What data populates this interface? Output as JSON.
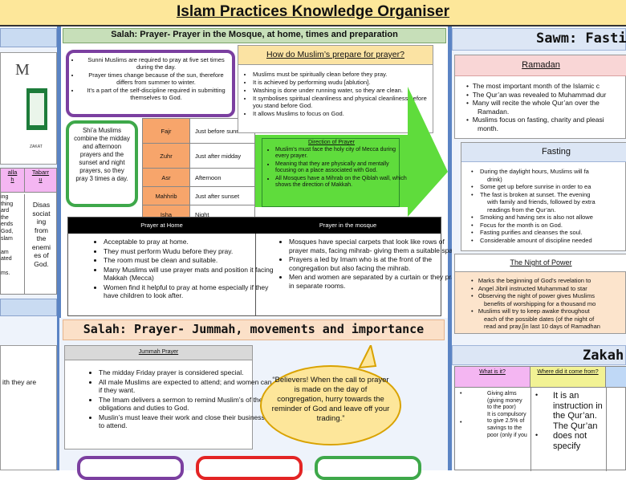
{
  "page": {
    "title": "Islam Practices Knowledge Organiser"
  },
  "left_strip": {
    "letter": "M",
    "zakat_label": "ZAKAT",
    "col1_head": "alla\nh",
    "col2_head": "Tabarr\nu",
    "col1_text": "ing\nthing\nard\nthe\nends\nGod,\nslam\n\nam\nated\n\nms.",
    "col2_text": "Disas\nsociat\ning\nfrom\nthe\nenemi\nes of\nGod.",
    "bottom_text": "ith they are"
  },
  "salah_prep": {
    "header": "Salah: Prayer- Prayer in the Mosque, at home, times and preparation",
    "sunni_box": [
      "Sunni Muslims are required to pray at five set times during the day.",
      "Prayer times change because of the sun, therefore differs from summer to winter.",
      "It’s a part of the self-discipline required in submitting themselves to God."
    ],
    "shia_box": "Shi’a Muslims combine the midday and afternoon prayers and the sunset and night prayers, so they pray 3 times a day.",
    "times": [
      {
        "name": "Fajr",
        "time": "Just before sunrise"
      },
      {
        "name": "Zuhr",
        "time": "Just after midday"
      },
      {
        "name": "Asr",
        "time": "Afternoon"
      },
      {
        "name": "Mahhrib",
        "time": "Just after sunset"
      },
      {
        "name": "Isha",
        "time": "Night"
      }
    ],
    "how_prepare_title": "How do Muslim’s prepare for prayer?",
    "how_prepare": [
      "Muslims must be spiritually clean before they pray.",
      "It is achieved by performing wudu [ablution].",
      "Washing is done under running water, so they are clean.",
      "It symbolises spiritual cleanliness and physical cleanliness before you stand before God.",
      "It allows Muslims to focus on God."
    ],
    "direction_title": "Direction of Prayer",
    "direction": [
      "Muslim’s must face the holy city of Mecca during every prayer.",
      "Meaning that they are physically and mentally focusing on a place associated with God.",
      "All Mosques have a Mihrab on the Qiblah wall, which shows the direction of Makkah."
    ],
    "home_header": "Prayer at Home",
    "mosque_header": "Prayer in the mosque",
    "home": [
      "Acceptable to pray at home.",
      "They must perform Wudu before they pray.",
      "The room must be clean and suitable.",
      "Many Muslims will use prayer mats and position it facing Makkah (Mecca)",
      "Women find it helpful to pray at home especially if they have children to look after."
    ],
    "mosque": [
      "Mosques have special carpets that look like rows of prayer mats, facing mihrab- giving them a suitable space.",
      "Prayers a led by Imam who is at the front of the congregation but also facing the mihrab.",
      "Men and women are separated by a curtain or they pray in separate rooms."
    ]
  },
  "jummah": {
    "header": "Salah: Prayer- Jummah, movements and importance",
    "sub_header": "Jummah Prayer",
    "items": [
      "The midday Friday prayer is considered special.",
      "All male Muslims are expected to attend; and women can if they want.",
      "The Imam delivers a sermon to remind Muslim’s of their obligations and duties to God.",
      "Muslin’s must leave their work and close their businesses to attend."
    ],
    "quote": "“Believers! When the call to prayer is made on the day of congregation, hurry towards the reminder of God and leave off your trading.”"
  },
  "sawm": {
    "header": "Sawm: Fastin",
    "ramadan_title": "Ramadan",
    "ramadan": [
      "The most important month of the Islamic c",
      "The Qur’an was revealed to Muhammad dur",
      "Many will recite the whole Qur’an over the",
      "Ramadan.",
      "Muslims focus on fasting, charity and pleasi",
      "month."
    ],
    "fasting_title": "Fasting",
    "fasting": [
      "During the daylight hours, Muslims will fa",
      "drink)",
      "Some get up before sunrise in order to ea",
      "The fast is broken at sunset. The evening",
      "with family and friends, followed by extra",
      "readings from the Qur’an.",
      "Smoking and having sex is also not allowe",
      "Focus for the month is on God.",
      "Fasting purifies and cleanses the soul.",
      "Considerable amount of discipline needed"
    ],
    "night_title": "The Night of Power",
    "night": [
      "Marks the beginning of God’s revelation to",
      "Angel Jibril instructed Muhammad to star",
      "Observing the night of power gives Muslims",
      "benefits of worshipping for a thousand mo",
      "Muslims will try to keep awake throughout",
      "each of the possible dates (of the night of",
      "read and pray.[in last 10 days of Ramadhan"
    ]
  },
  "zakah": {
    "header": "Zakah",
    "col1_head": "What is it?",
    "col2_head": "Where did it come from?",
    "col1": "Giving alms (giving money to the poor)\nIt is compulsory to give 2.5% of savings to the poor (only if you",
    "col2": "It is an instruction in the Qur’an.\nThe Qur’an does not specify"
  }
}
